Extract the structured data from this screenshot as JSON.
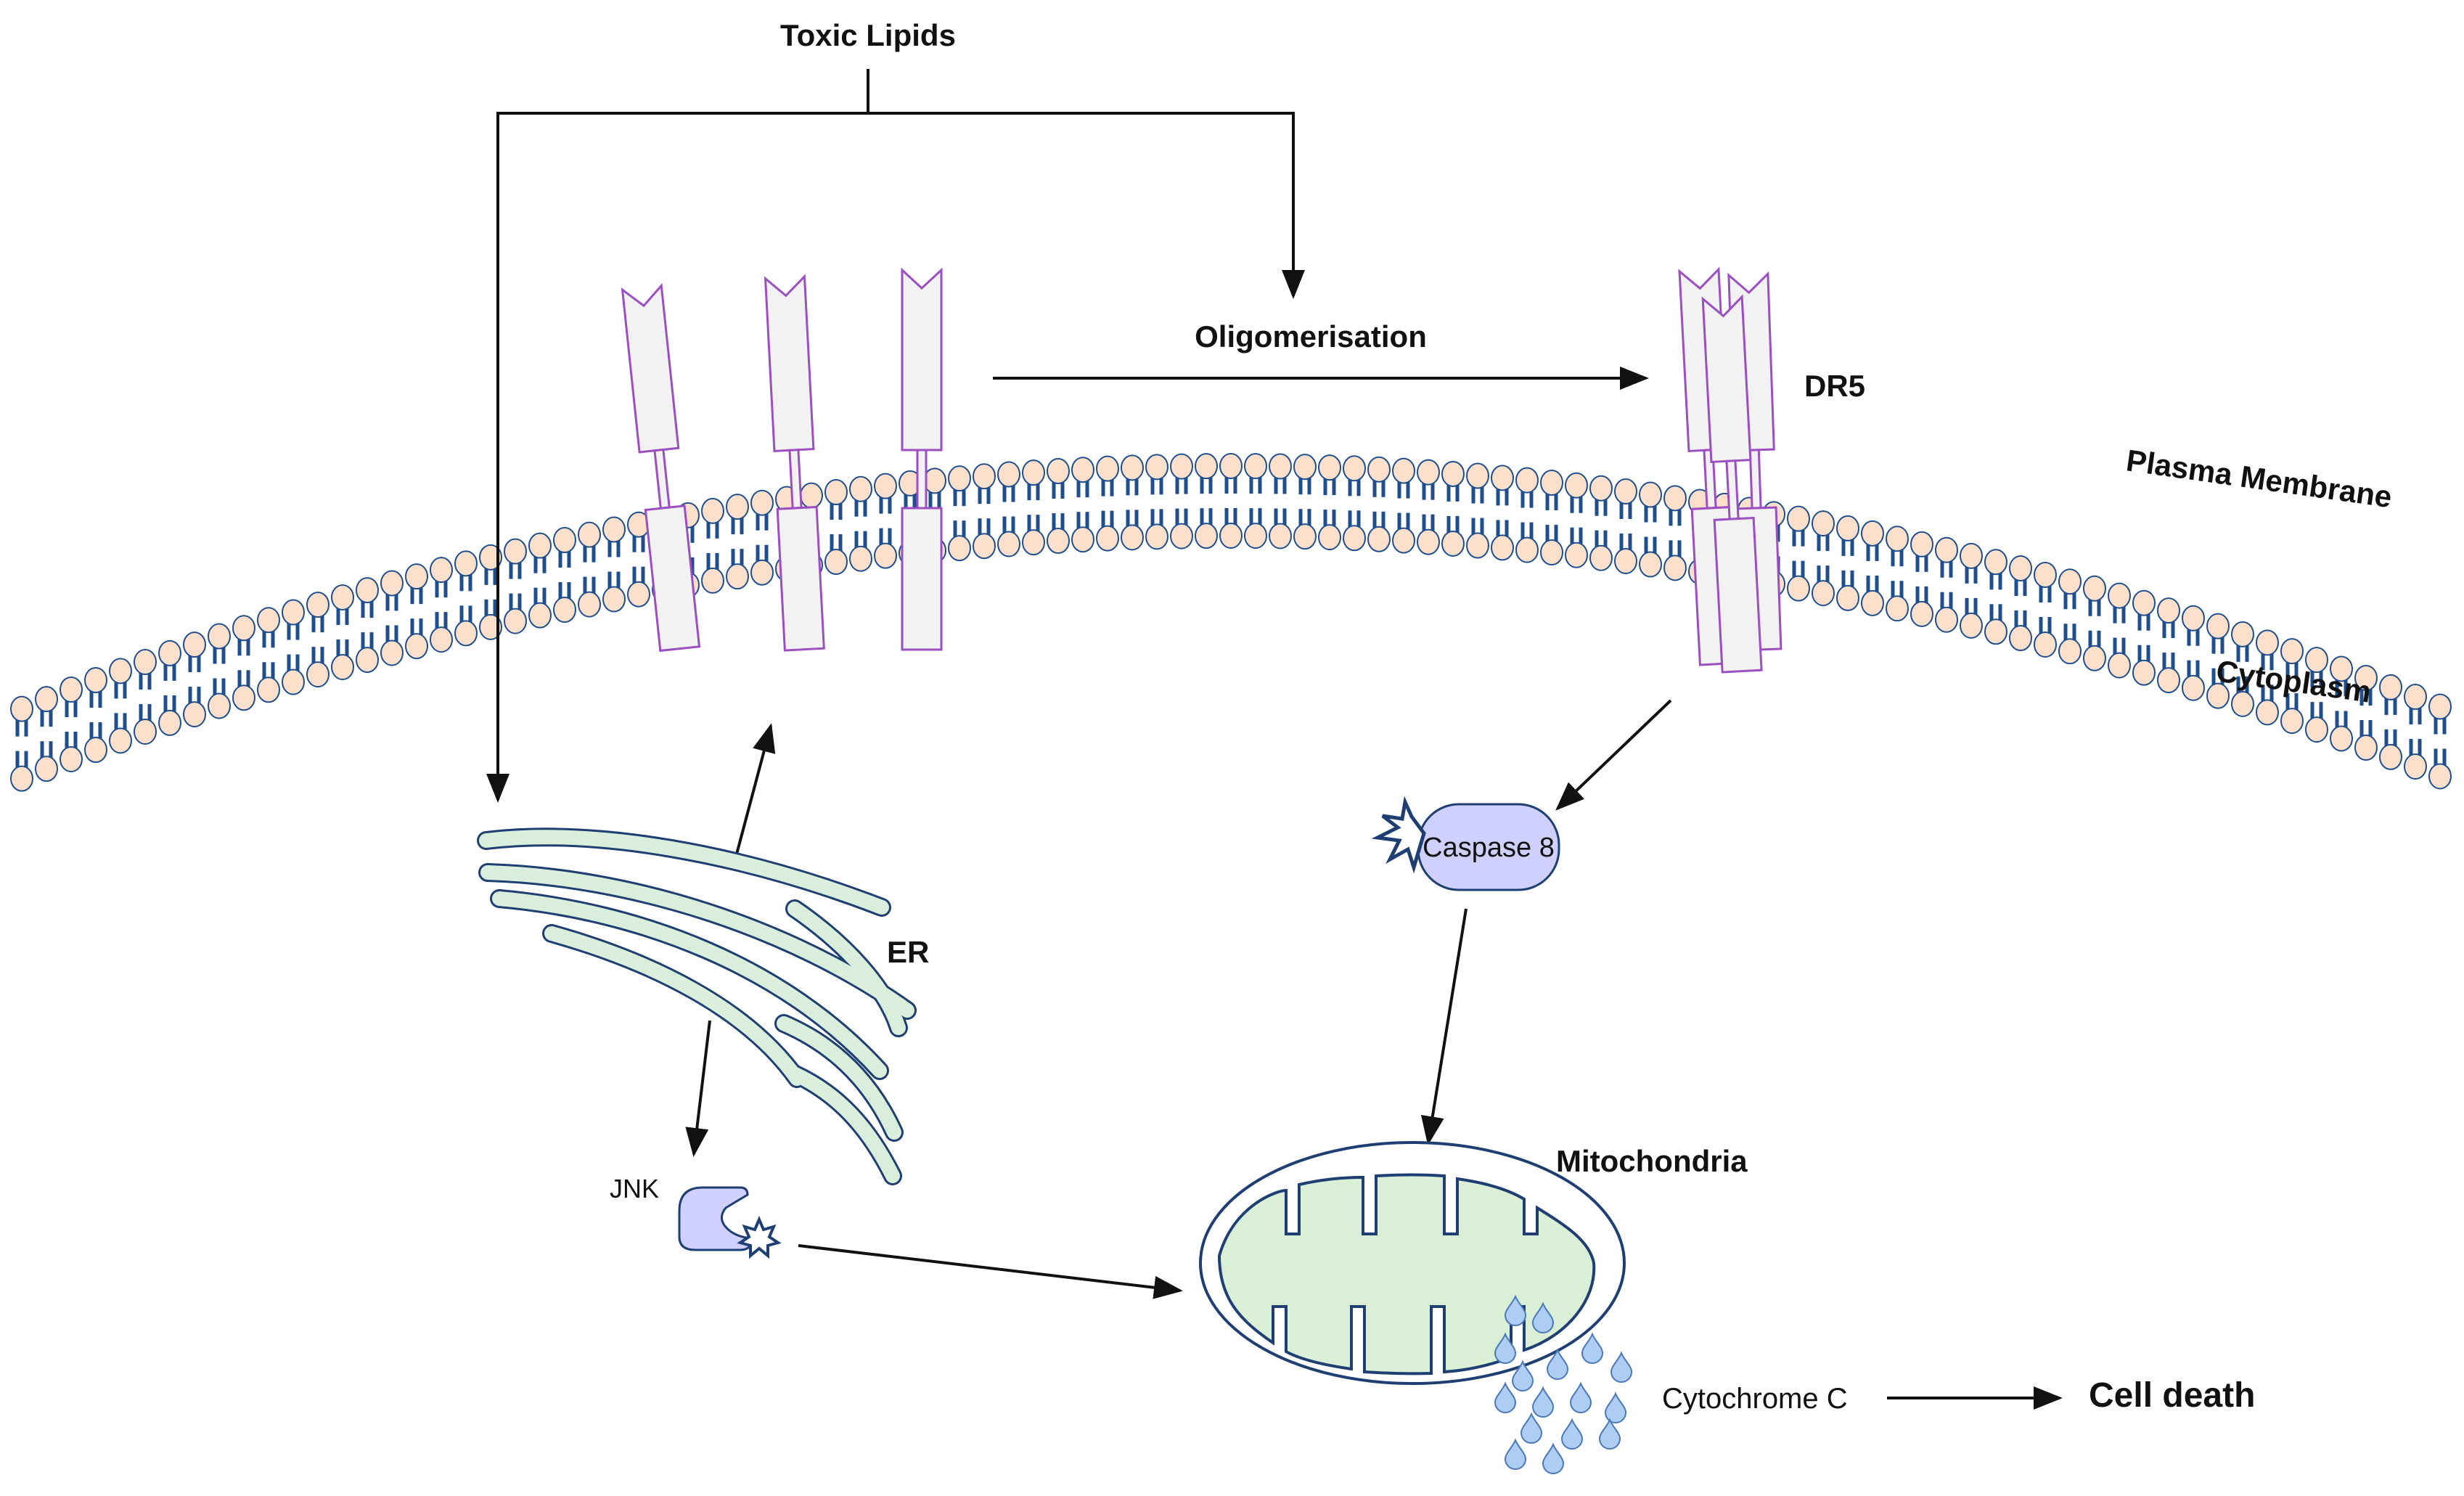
{
  "labels": {
    "toxic_lipids": "Toxic Lipids",
    "oligomerisation": "Oligomerisation",
    "dr5": "DR5",
    "plasma_membrane": "Plasma Membrane",
    "cytoplasm": "Cytoplasm",
    "er": "ER",
    "caspase8": "Caspase 8",
    "jnk": "JNK",
    "mitochondria": "Mitochondria",
    "cytochrome_c": "Cytochrome C",
    "cell_death": "Cell death"
  },
  "colors": {
    "lipid_head": "#fde0cc",
    "lipid_head_stroke": "#1f4e8c",
    "lipid_tail": "#1f4e8c",
    "receptor_fill": "#f2f2f2",
    "receptor_stroke": "#9b4fc0",
    "er_fill": "#d9efdb",
    "er_stroke": "#1f3f73",
    "mito_fill": "#d9efd6",
    "mito_stroke": "#1f3f73",
    "caspase_fill": "#d0d0ff",
    "caspase_stroke": "#1f3f73",
    "droplet_fill": "#aecdf2",
    "arrow": "#111111"
  }
}
